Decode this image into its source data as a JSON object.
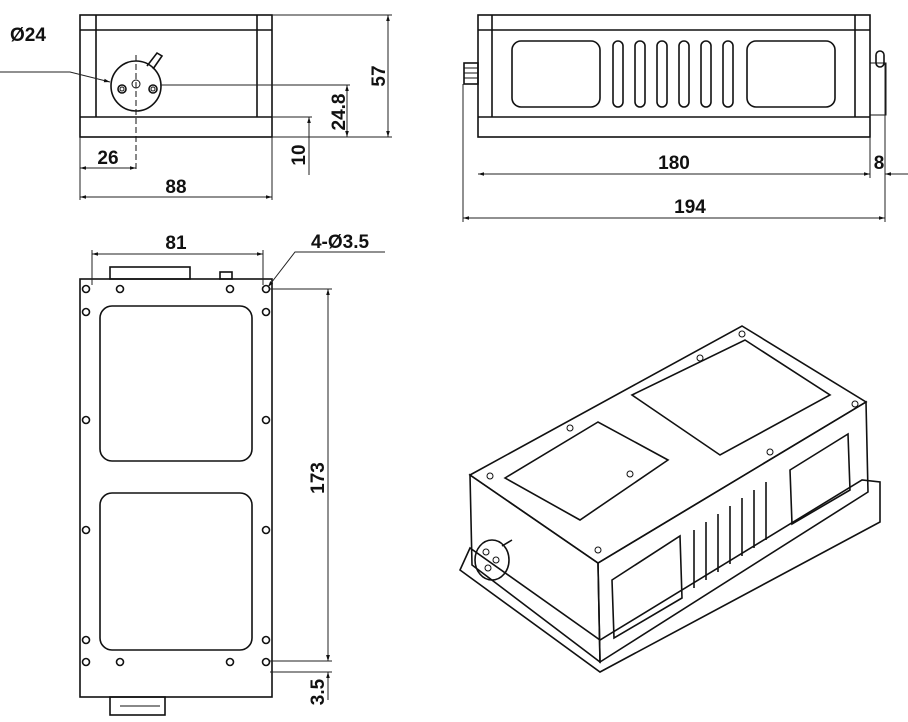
{
  "front_view": {
    "diameter": "Ø24",
    "height": "57",
    "center_height": "24.8",
    "base": "10",
    "offset": "26",
    "width": "88"
  },
  "side_view": {
    "body_length": "180",
    "knob": "8",
    "total_length": "194"
  },
  "top_view": {
    "hole_spacing": "81",
    "holes": "4-Ø3.5",
    "length": "173",
    "edge": "3.5"
  },
  "colors": {
    "line": "#111111",
    "background": "#ffffff"
  }
}
